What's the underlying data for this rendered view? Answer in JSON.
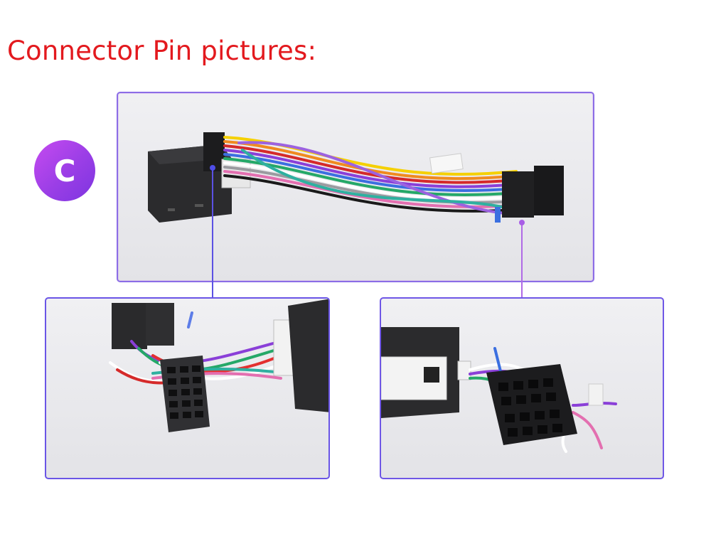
{
  "heading": {
    "text": "Connector Pin pictures:",
    "color": "#e3191e"
  },
  "badge": {
    "letter": "C",
    "gradient_from": "#c64bf0",
    "gradient_to": "#7d35e0"
  },
  "panels": {
    "top": {
      "description_icon": "wiring-harness-photo"
    },
    "left": {
      "description_icon": "connector-closeup-photo"
    },
    "right": {
      "description_icon": "iso-connector-closeup-photo"
    }
  },
  "accent_colors": {
    "border": "#7a5fe8",
    "leader_left": "#5b51e3",
    "leader_right": "#b06ae6"
  }
}
